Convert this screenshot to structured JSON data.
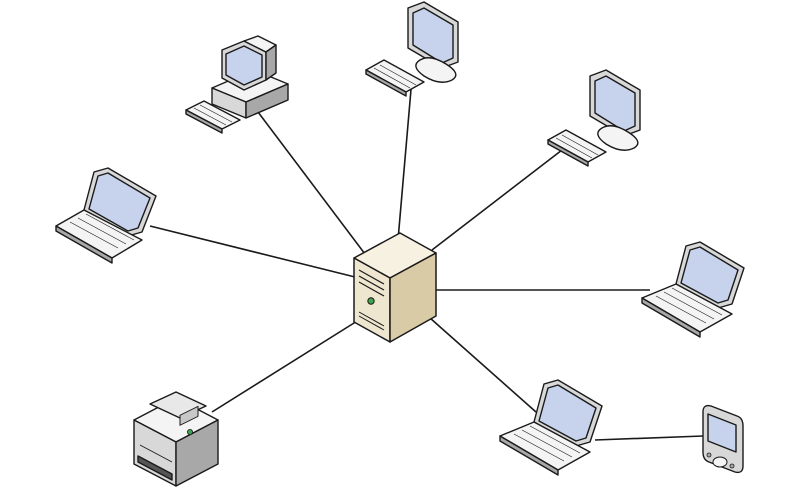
{
  "diagram": {
    "type": "star-network-topology",
    "center": {
      "kind": "server",
      "icon": "server-tower-icon"
    },
    "nodes": [
      {
        "id": "desktop-pc",
        "kind": "desktop-computer",
        "icon": "desktop-pc-icon",
        "connects_to": "server"
      },
      {
        "id": "monitor-top",
        "kind": "workstation",
        "icon": "monitor-icon",
        "connects_to": "server"
      },
      {
        "id": "monitor-right",
        "kind": "workstation",
        "icon": "monitor-icon",
        "connects_to": "server"
      },
      {
        "id": "laptop-left",
        "kind": "laptop",
        "icon": "laptop-icon",
        "connects_to": "server"
      },
      {
        "id": "laptop-right",
        "kind": "laptop",
        "icon": "laptop-icon",
        "connects_to": "server"
      },
      {
        "id": "laptop-bottom",
        "kind": "laptop",
        "icon": "laptop-icon",
        "connects_to": "server"
      },
      {
        "id": "printer",
        "kind": "printer",
        "icon": "printer-icon",
        "connects_to": "server"
      },
      {
        "id": "pda",
        "kind": "handheld-device",
        "icon": "pda-icon",
        "connects_to": "laptop-bottom"
      }
    ],
    "colors": {
      "line": "#1a1a1a",
      "device_light": "#f4f4f4",
      "device_mid": "#d8d8d8",
      "device_dark": "#a8a8a8",
      "screen": "#c7d3ec",
      "server_front": "#efe6cf",
      "server_side": "#d9cba6",
      "server_top": "#f7f1e2",
      "led": "#3fa34d"
    }
  }
}
